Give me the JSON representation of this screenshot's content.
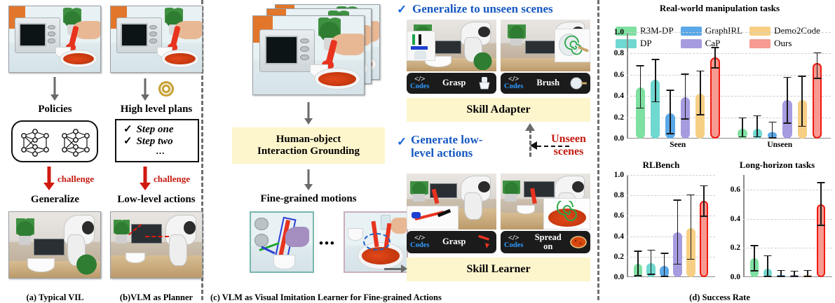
{
  "panels": {
    "a": {
      "caption": "(a) Typical VIL",
      "top_scene_name": "human demonstration microwave kitchen",
      "stage_label": "Policies",
      "challenge_label": "challenge",
      "outcome_label": "Generalize",
      "bottom_scene_name": "robot arm desk scene"
    },
    "b": {
      "caption": "(b)VLM as Planner",
      "top_scene_name": "human demonstration microwave kitchen",
      "llm_icon": "openai-logo-icon",
      "stage_label": "High level plans",
      "steps": [
        "Step one",
        "Step two",
        "..."
      ],
      "check_glyph": "✓",
      "challenge_label": "challenge",
      "outcome_label": "Low-level actions",
      "bottom_scene_name": "robot arm table scene"
    },
    "c": {
      "caption": "(c) VLM as Visual Imitation Learner for Fine-grained Actions",
      "stack_scene_name": "stacked demonstration frames",
      "module_label": "Human-object\nInteraction Grounding",
      "module_line1": "Human-object",
      "module_line2": "Interaction Grounding",
      "motions_label": "Fine-grained motions",
      "ellipsis": "•••"
    },
    "d": {
      "adapter": {
        "headline": "Generalize to unseen scenes",
        "check_glyph": "✓",
        "box_label": "Skill Adapter",
        "skills": [
          {
            "codes_label": "Codes",
            "code_symbol": "</>",
            "verb": "Grasp",
            "tool_icon": "brush-icon"
          },
          {
            "codes_label": "Codes",
            "code_symbol": "</>",
            "verb": "Brush",
            "tool_icon": "pan-icon"
          }
        ]
      },
      "learner": {
        "headline_line1": "Generate low-",
        "headline_line2": "level actions",
        "check_glyph": "✓",
        "unseen_line1": "Unseen",
        "unseen_line2": "scenes",
        "box_label": "Skill Learner",
        "skills": [
          {
            "codes_label": "Codes",
            "code_symbol": "</>",
            "verb": "Grasp",
            "tool_icon": "spatula-icon"
          },
          {
            "codes_label": "Codes",
            "code_symbol": "</>",
            "verb": "Spread on",
            "verb_line1": "Spread",
            "verb_line2": "on",
            "tool_icon": "pizza-icon"
          }
        ]
      }
    },
    "e": {
      "caption": "(d) Success Rate"
    }
  },
  "colors": {
    "r3m_dp": "#7ee0a1",
    "dp": "#6fd8d0",
    "graphirl": "#5aa8e8",
    "cap": "#a79be0",
    "demo2code": "#f7cf84",
    "ours": "#f79a91",
    "ours_border": "#ef1b10",
    "blue_text": "#1558c0",
    "red_text": "#c41a10",
    "yellow_box": "#fdf6cd"
  },
  "chart_data": [
    {
      "type": "bar",
      "title": "Real-world manipulation tasks",
      "xlabel": "",
      "ylabel": "",
      "ylim": [
        0.0,
        1.0
      ],
      "yticks": [
        "0.0",
        "0.2",
        "0.4",
        "0.6",
        "0.8",
        "1.0"
      ],
      "categories": [
        "Seen",
        "Unseen"
      ],
      "legend_position": "top",
      "grid": true,
      "series": [
        {
          "name": "R3M-DP",
          "values": [
            0.48,
            0.09
          ],
          "err_low": [
            0.28,
            0.01
          ],
          "err_high": [
            0.69,
            0.2
          ]
        },
        {
          "name": "DP",
          "values": [
            0.55,
            0.09
          ],
          "err_low": [
            0.34,
            0.01
          ],
          "err_high": [
            0.75,
            0.22
          ]
        },
        {
          "name": "GraphIRL",
          "values": [
            0.24,
            0.06
          ],
          "err_low": [
            0.04,
            0.0
          ],
          "err_high": [
            0.46,
            0.16
          ]
        },
        {
          "name": "CaP",
          "values": [
            0.39,
            0.36
          ],
          "err_low": [
            0.18,
            0.14
          ],
          "err_high": [
            0.61,
            0.58
          ]
        },
        {
          "name": "Demo2Code",
          "values": [
            0.42,
            0.36
          ],
          "err_low": [
            0.22,
            0.11
          ],
          "err_high": [
            0.64,
            0.59
          ]
        },
        {
          "name": "Ours",
          "values": [
            0.76,
            0.71
          ],
          "err_low": [
            0.66,
            0.56
          ],
          "err_high": [
            0.86,
            0.81
          ]
        }
      ]
    },
    {
      "type": "bar",
      "title": "RLBench",
      "xlabel": "",
      "ylabel": "",
      "ylim": [
        0.0,
        1.0
      ],
      "yticks": [
        "0.0",
        "0.2",
        "0.4",
        "0.6",
        "0.8",
        "1.0"
      ],
      "categories": [
        ""
      ],
      "grid": true,
      "series": [
        {
          "name": "R3M-DP",
          "values": [
            0.13
          ],
          "err_low": [
            0.01
          ],
          "err_high": [
            0.26
          ]
        },
        {
          "name": "DP",
          "values": [
            0.14
          ],
          "err_low": [
            0.02
          ],
          "err_high": [
            0.27
          ]
        },
        {
          "name": "GraphIRL",
          "values": [
            0.11
          ],
          "err_low": [
            0.0
          ],
          "err_high": [
            0.24
          ]
        },
        {
          "name": "CaP",
          "values": [
            0.44
          ],
          "err_low": [
            0.12
          ],
          "err_high": [
            0.76
          ]
        },
        {
          "name": "Demo2Code",
          "values": [
            0.48
          ],
          "err_low": [
            0.17
          ],
          "err_high": [
            0.81
          ]
        },
        {
          "name": "Ours",
          "values": [
            0.75
          ],
          "err_low": [
            0.59
          ],
          "err_high": [
            0.9
          ]
        }
      ]
    },
    {
      "type": "bar",
      "title": "Long-horizon tasks",
      "xlabel": "",
      "ylabel": "",
      "ylim": [
        0.0,
        0.7
      ],
      "yticks": [
        "0.0",
        "0.2",
        "0.4",
        "0.6"
      ],
      "categories": [
        ""
      ],
      "grid": true,
      "series": [
        {
          "name": "R3M-DP",
          "values": [
            0.13
          ],
          "err_low": [
            0.04
          ],
          "err_high": [
            0.22
          ]
        },
        {
          "name": "DP",
          "values": [
            0.06
          ],
          "err_low": [
            0.0
          ],
          "err_high": [
            0.15
          ]
        },
        {
          "name": "GraphIRL",
          "values": [
            0.015
          ],
          "err_low": [
            0.0
          ],
          "err_high": [
            0.05
          ]
        },
        {
          "name": "CaP",
          "values": [
            0.015
          ],
          "err_low": [
            0.0
          ],
          "err_high": [
            0.045
          ]
        },
        {
          "name": "Demo2Code",
          "values": [
            0.015
          ],
          "err_low": [
            0.0
          ],
          "err_high": [
            0.05
          ]
        },
        {
          "name": "Ours",
          "values": [
            0.5
          ],
          "err_low": [
            0.35
          ],
          "err_high": [
            0.65
          ]
        }
      ]
    }
  ],
  "legend": [
    {
      "name": "R3M-DP",
      "color": "#7ee0a1"
    },
    {
      "name": "GraphIRL",
      "color": "#5aa8e8"
    },
    {
      "name": "Demo2Code",
      "color": "#f7cf84"
    },
    {
      "name": "DP",
      "color": "#6fd8d0"
    },
    {
      "name": "CaP",
      "color": "#a79be0"
    },
    {
      "name": "Ours",
      "color": "#f79a91"
    }
  ]
}
